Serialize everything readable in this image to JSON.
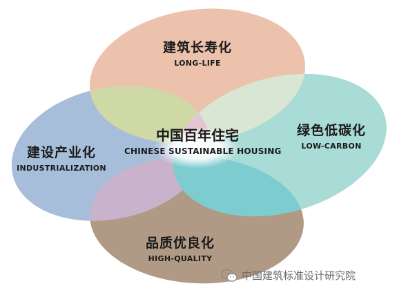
{
  "center": {
    "cn": "中国百年住宅",
    "en": "CHINESE SUSTAINABLE HOUSING"
  },
  "top": {
    "cn": "建筑长寿化",
    "en": "LONG-LIFE"
  },
  "right": {
    "cn": "绿色低碳化",
    "en": "LOW-CARBON"
  },
  "left": {
    "cn": "建设产业化",
    "en": "INDUSTRIALIZATION"
  },
  "bottom": {
    "cn": "品质优良化",
    "en": "HIGH-QUALITY"
  },
  "watermark": {
    "text": "中国建筑标准设计研究院",
    "icon": "wechat-icon"
  },
  "colors": {
    "top": "#ecc2ad",
    "right": "#a9dbd7",
    "left": "#a7bedb",
    "bottom": "#b09a86",
    "top_left": "#cfd9a6",
    "top_right": "#d9e6d3",
    "left_bottom": "#c9b3cc",
    "right_bottom": "#7dccd0",
    "top_center": "#e6c5d3",
    "center_glow": "#ffffff"
  }
}
